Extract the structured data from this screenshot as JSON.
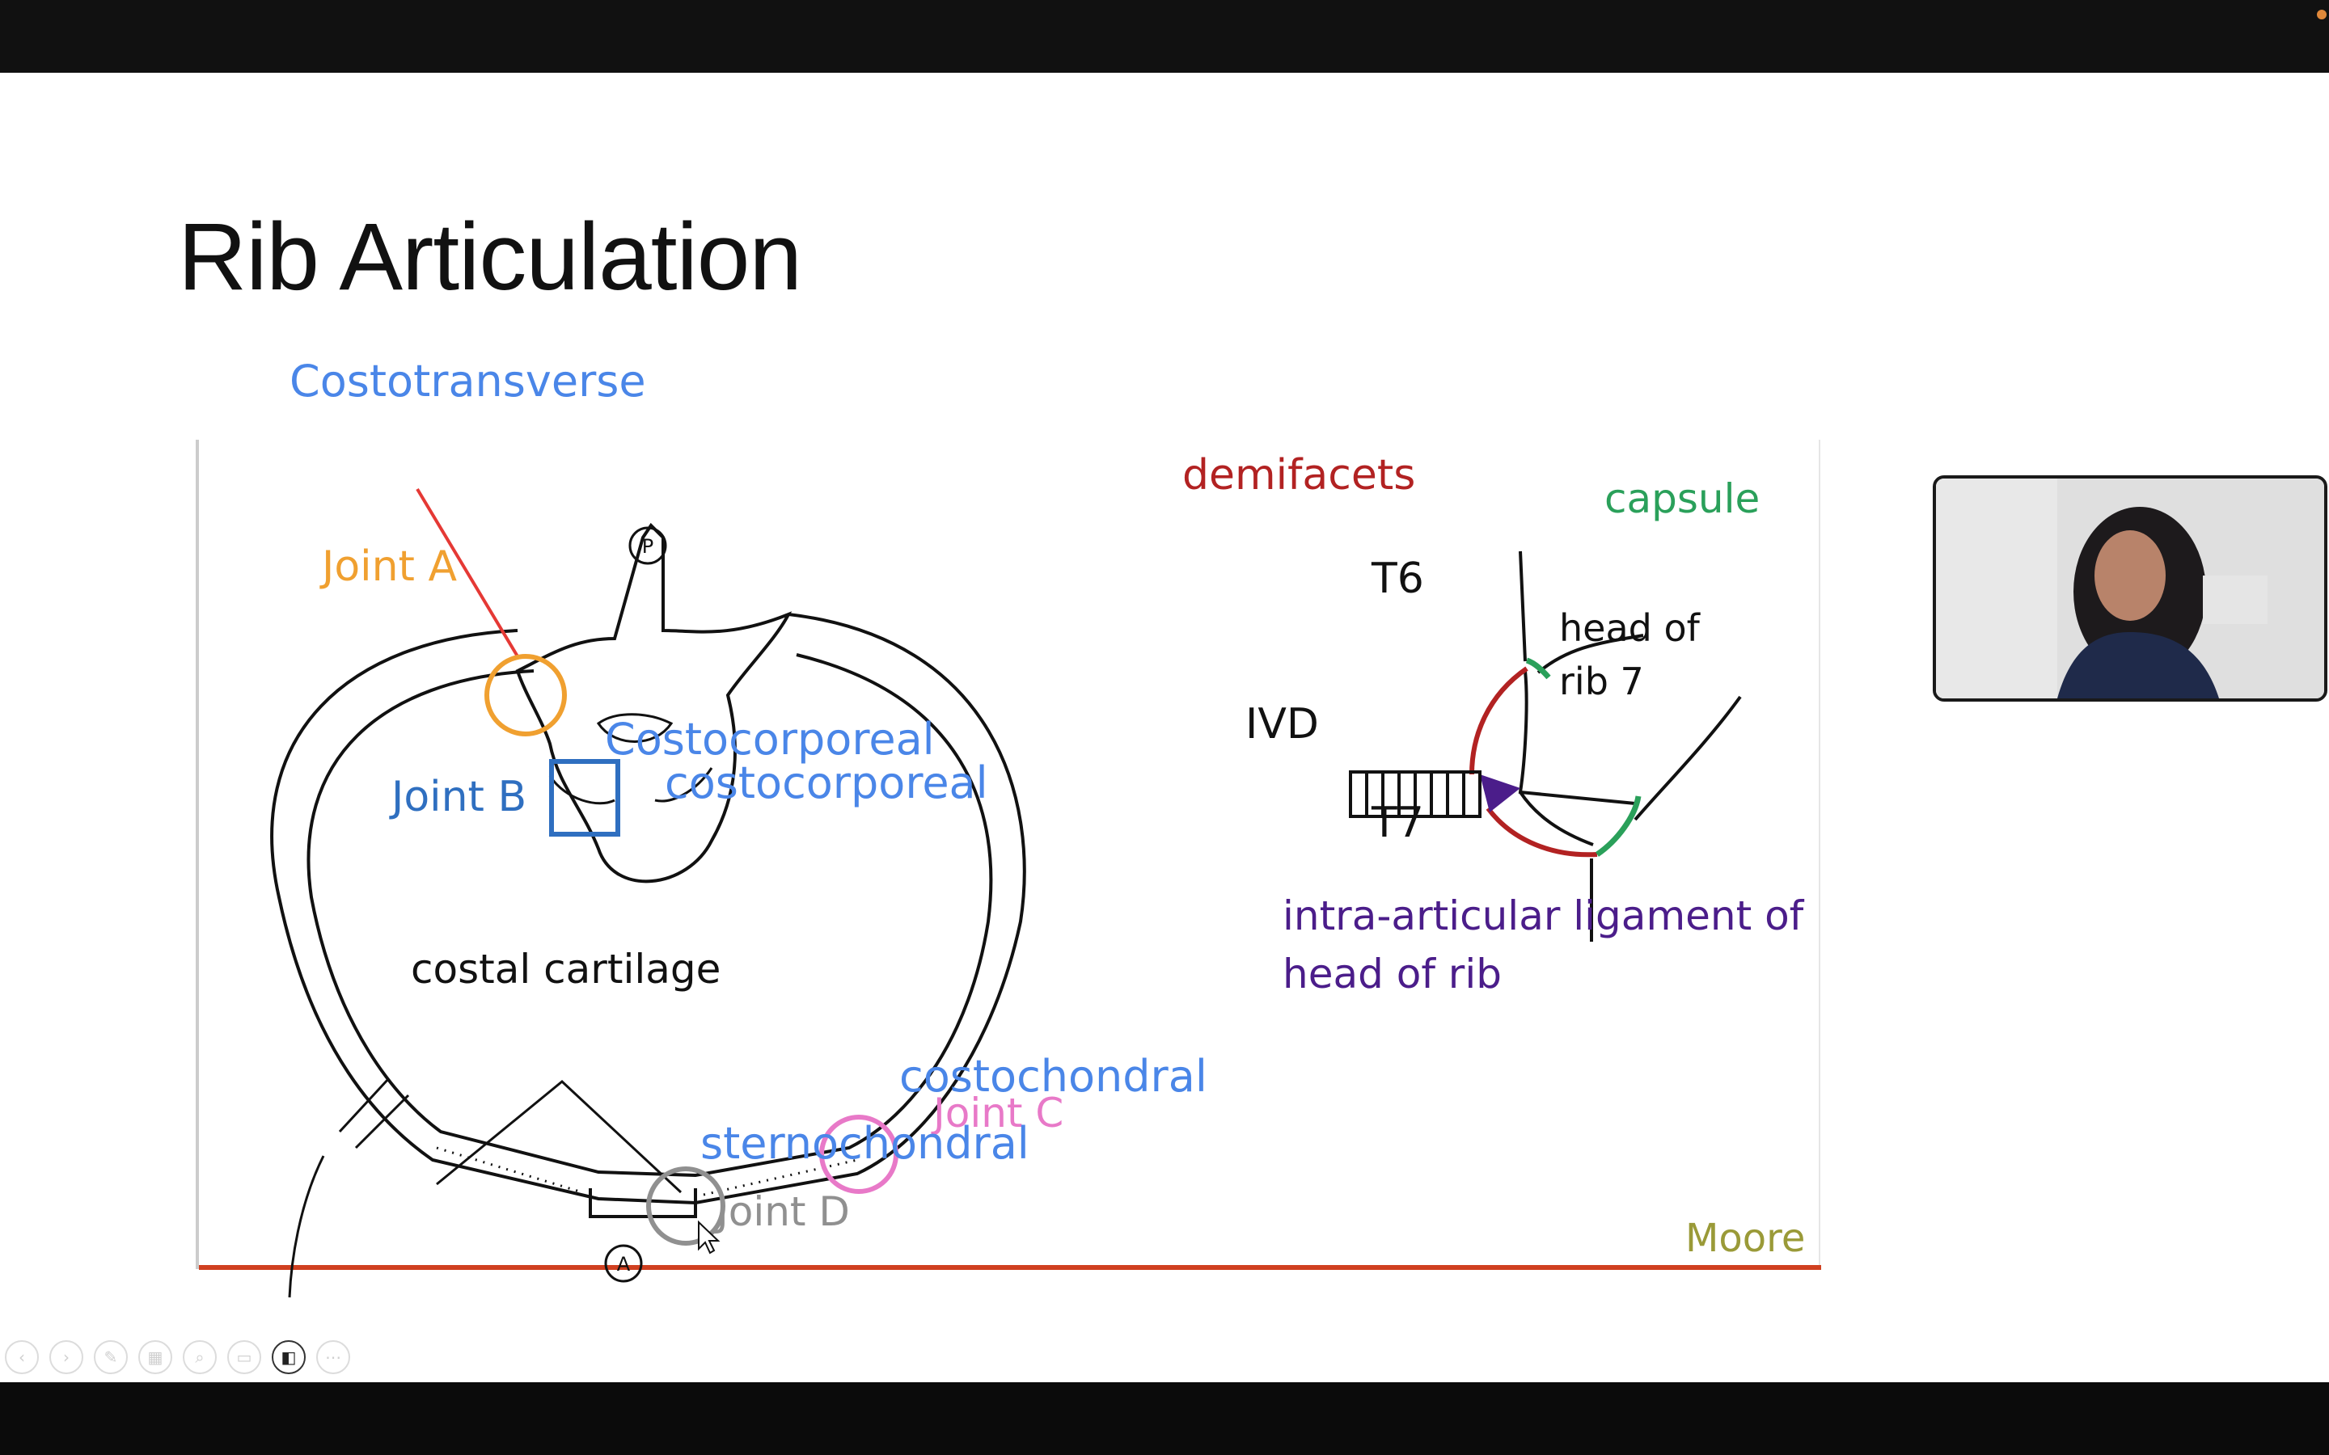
{
  "slide": {
    "title": "Rib Articulation",
    "labels": {
      "costotransverse": "Costotransverse",
      "joint_a": "Joint A",
      "joint_b": "Joint B",
      "costocorporeal_1": "Costocorporeal",
      "costocorporeal_2": "costocorporeal",
      "costal_cartilage": "costal cartilage",
      "costochondral": "costochondral",
      "joint_c": "Joint C",
      "sternochondral": "sternochondral",
      "joint_d": "Joint D",
      "posterior_marker": "P",
      "anterior_marker": "A",
      "demifacets": "demifacets",
      "capsule": "capsule",
      "t6": "T6",
      "t7": "T7",
      "ivd": "IVD",
      "head_of_rib_1": "head of",
      "head_of_rib_2": "rib 7",
      "intra_articular_1": "intra-articular ligament of",
      "intra_articular_2": "head of rib",
      "source": "Moore"
    },
    "colors": {
      "costotransverse_blue": "#4a86e8",
      "joint_a_orange": "#f0a030",
      "joint_b_blue": "#2f6fc0",
      "joint_c_pink": "#e879c8",
      "joint_d_gray": "#909090",
      "demifacet_red": "#b22222",
      "capsule_green": "#2aa05a",
      "ligament_purple": "#4b1d8a",
      "source_olive": "#9a9a38",
      "divider_red": "#d04020"
    }
  },
  "toolbar": {
    "icons": [
      "previous-icon",
      "next-icon",
      "pen-icon",
      "slides-grid-icon",
      "zoom-icon",
      "subtitles-icon",
      "camera-icon",
      "more-icon"
    ]
  },
  "video": {
    "icon": "presenter-video-icon"
  }
}
